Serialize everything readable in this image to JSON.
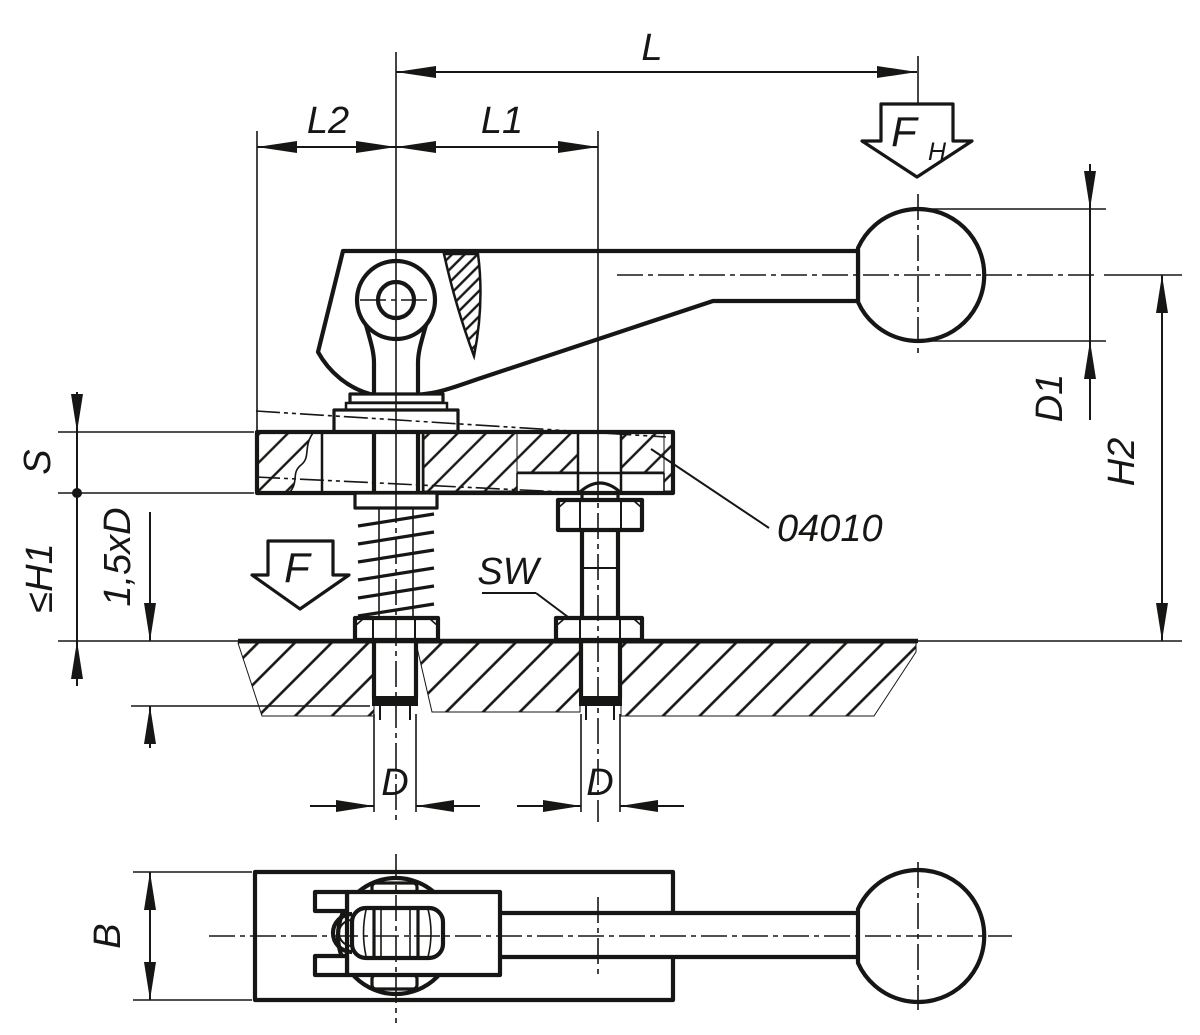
{
  "drawing": {
    "part_number": "04010",
    "colors": {
      "line": "#161615",
      "background": "#ffffff"
    },
    "labels": {
      "length_total": "L",
      "length_rear": "L2",
      "length_front": "L1",
      "hand_force_main": "F",
      "hand_force_sub": "H",
      "clamp_force": "F",
      "plate_thickness": "S",
      "max_clamp_height": "≤H1",
      "thread_engagement": "1,5xD",
      "wrench_size": "SW",
      "ball_diameter": "D1",
      "handle_height": "H2",
      "thread_left": "D",
      "thread_right": "D",
      "plate_width": "B"
    }
  }
}
